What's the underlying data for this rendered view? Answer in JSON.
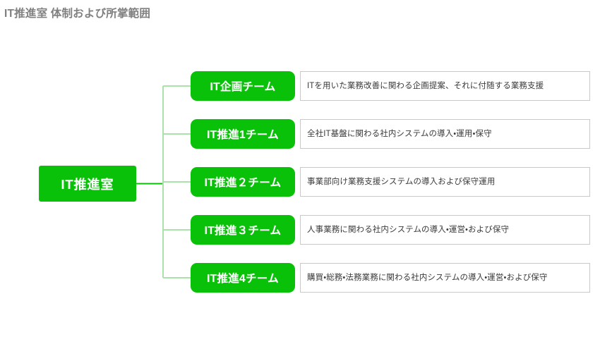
{
  "slide": {
    "title": "IT推進室 体制および所掌範囲",
    "title_color": "#808080",
    "background_color": "#ffffff"
  },
  "colors": {
    "node_green": "#0ac10a",
    "node_text": "#ffffff",
    "connector_light": "#a9e3a9",
    "connector_trunk": "#0ac10a",
    "desc_border": "#c9c9c9",
    "desc_text": "#3a3a3a"
  },
  "org_chart": {
    "root": {
      "label": "IT推進室"
    },
    "teams": [
      {
        "label": "IT企画チーム",
        "description": "ITを用いた業務改善に関わる企画提案、それに付随する業務支援"
      },
      {
        "label": "IT推進1チーム",
        "description": "全社IT基盤に関わる社内システムの導入・運用・保守"
      },
      {
        "label": "IT推進２チーム",
        "description": "事業部向け業務支援システムの導入および保守運用"
      },
      {
        "label": "IT推進３チーム",
        "description": "人事業務に関わる社内システムの導入・運営・および保守"
      },
      {
        "label": "IT推進4チーム",
        "description": "購買・総務・法務業務に関わる社内システムの導入・運営・および保守"
      }
    ]
  }
}
